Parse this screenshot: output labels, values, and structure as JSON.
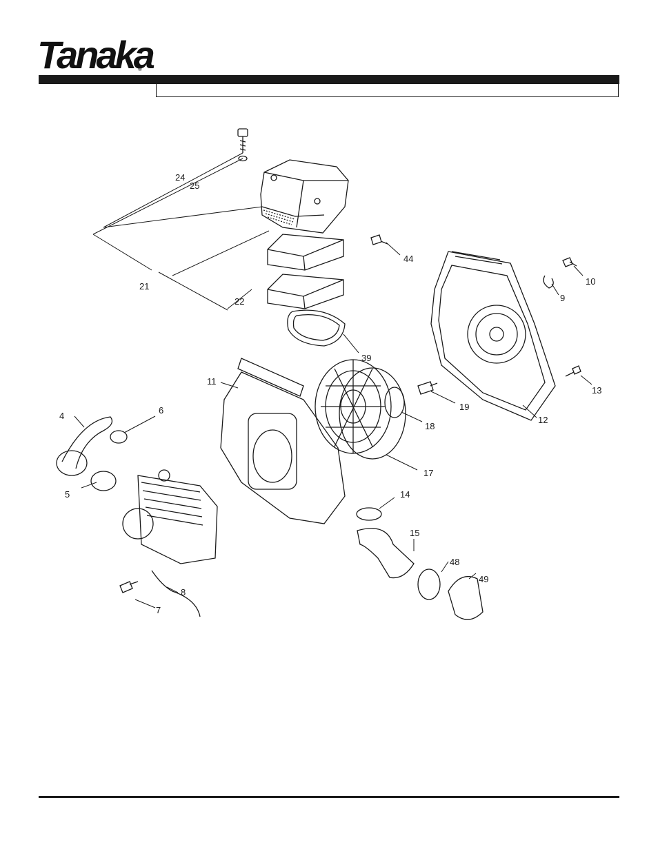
{
  "header": {
    "brand": "Tanaka",
    "registered": "®",
    "section_title": ""
  },
  "diagram": {
    "callouts": [
      "24",
      "25",
      "44",
      "21",
      "22",
      "39",
      "10",
      "9",
      "13",
      "11",
      "19",
      "18",
      "12",
      "4",
      "6",
      "17",
      "5",
      "14",
      "15",
      "48",
      "49",
      "8",
      "7"
    ]
  }
}
